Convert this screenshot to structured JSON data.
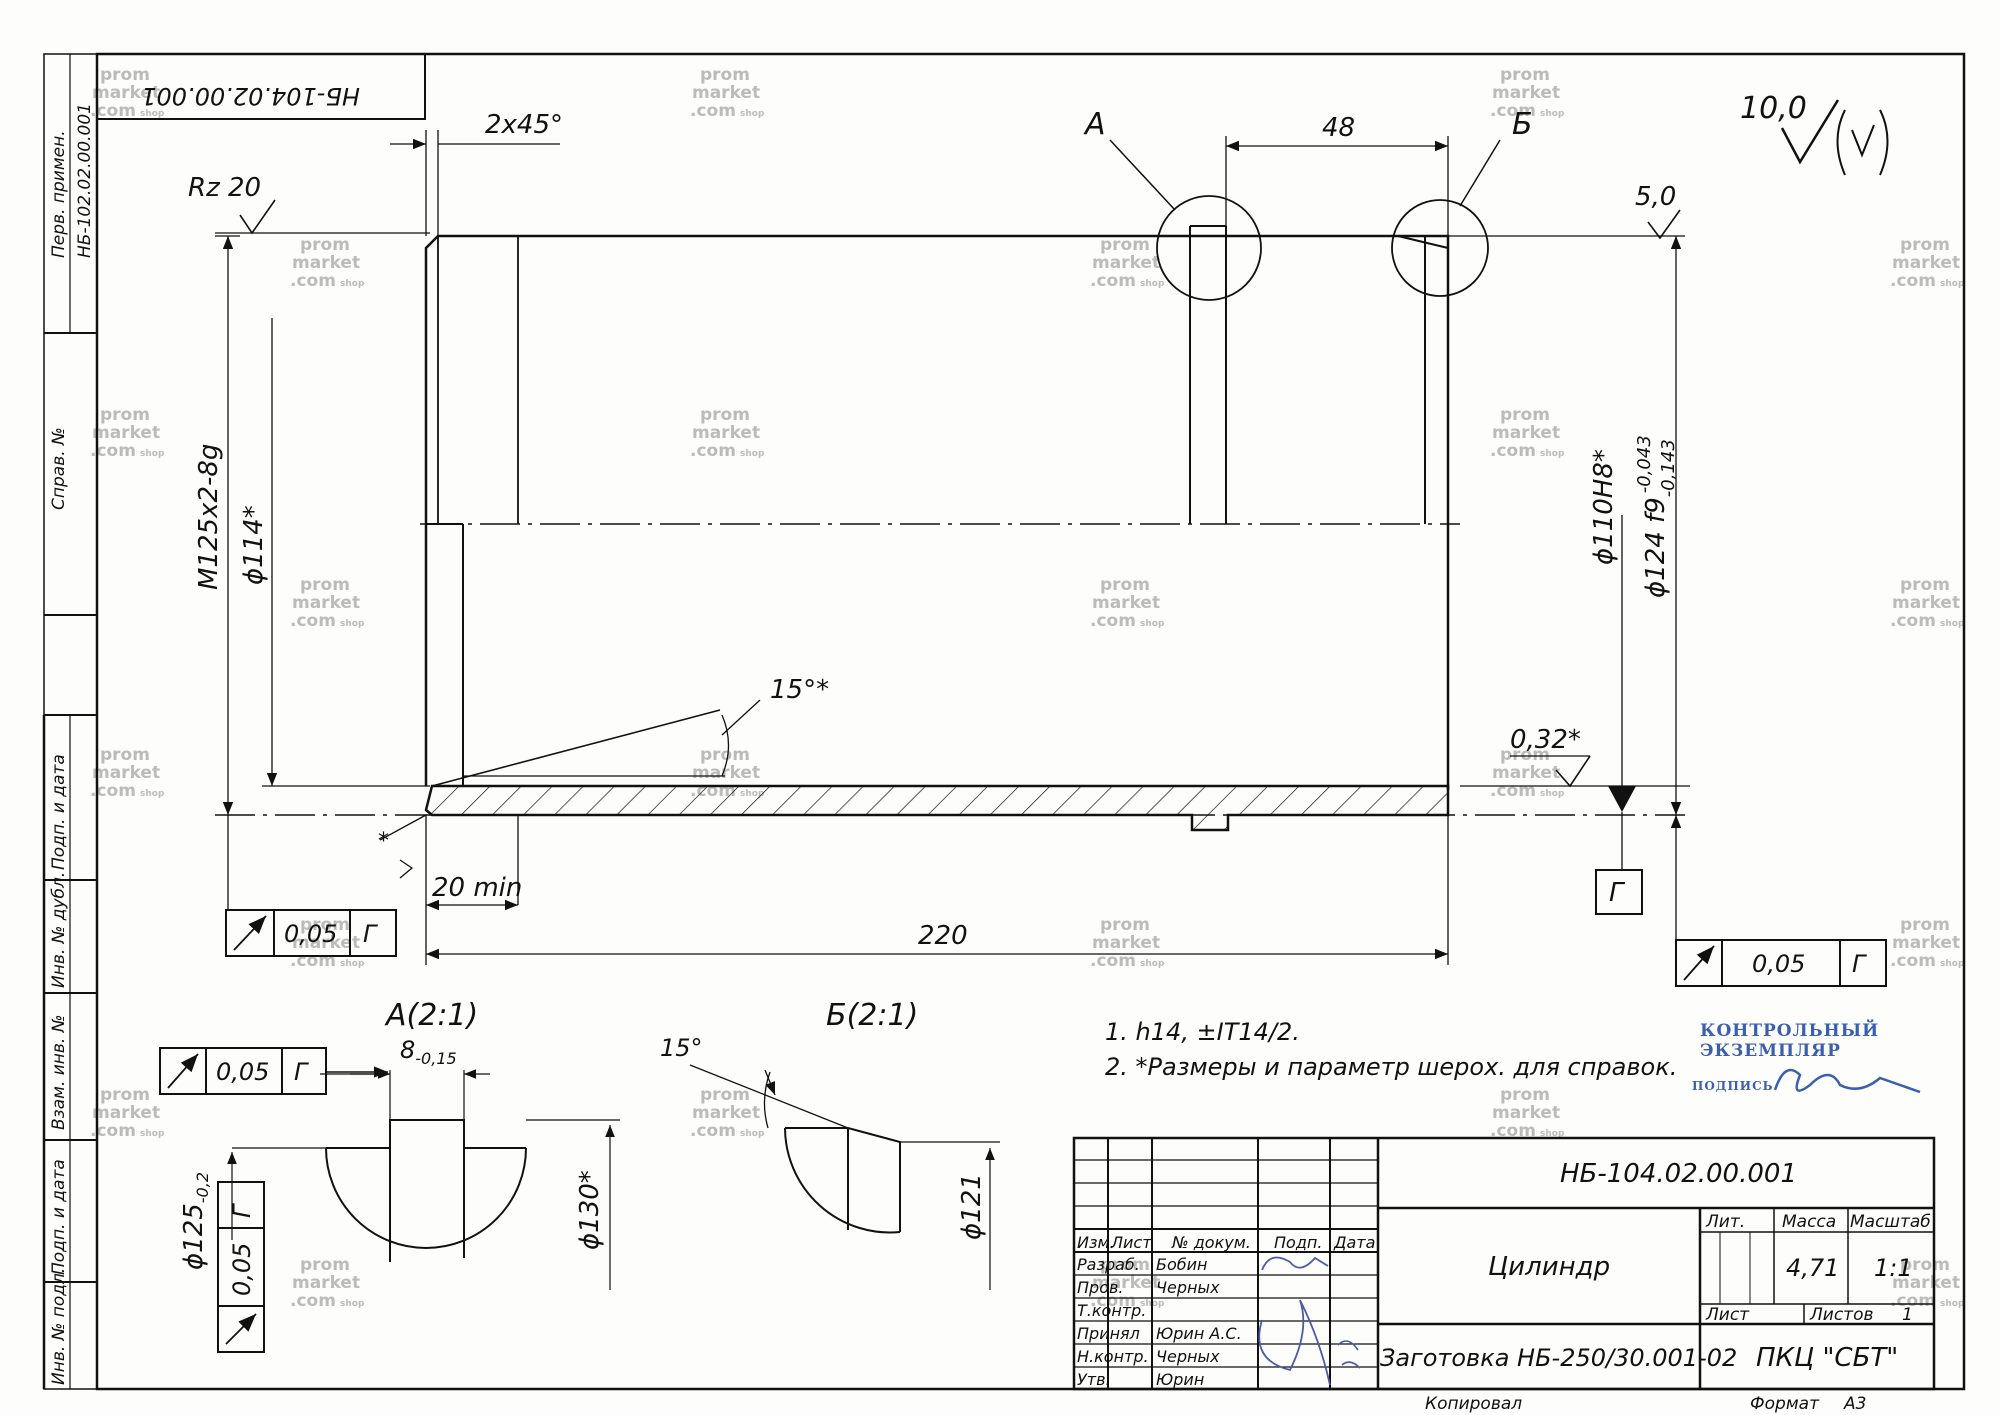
{
  "drawing_number": "НБ-104.02.00.001",
  "drawing_number_rotated": "НБ-104.02.00.001",
  "surface_roughness": {
    "general": "10,0",
    "thread": "Rz 20",
    "bore": "5,0",
    "seal": "0,32*"
  },
  "dimensions": {
    "chamfer": "2x45°",
    "groove_spacing": "48",
    "thread": "M125x2-8g",
    "inner_left": "ϕ114*",
    "inner_bore": "ϕ110H8*",
    "outer_fit": "ϕ124 f9",
    "outer_fit_upper": "-0,043",
    "outer_fit_lower": "-0,143",
    "chamfer_angle": "15°*",
    "thread_length": "20 min",
    "total_length": "220",
    "asterisk": "*"
  },
  "section_labels": {
    "a": "А",
    "b": "Б"
  },
  "details": {
    "a_title": "А(2:1)",
    "b_title": "Б(2:1)",
    "a_width": "8",
    "a_width_tol": "-0,15",
    "a_outer": "ϕ130*",
    "a_inner": "ϕ125",
    "a_inner_tol": "-0,2",
    "b_angle": "15°",
    "b_diameter": "ϕ121"
  },
  "tolerances": {
    "runout_value": "0,05",
    "datum": "Г"
  },
  "notes": [
    "1. h14, ±IT14/2.",
    "2. *Размеры и параметр шерох. для справок."
  ],
  "control_stamp": {
    "line1": "КОНТРОЛЬНЫЙ",
    "line2": "ЭКЗЕМПЛЯР",
    "signature_label": "ПОДПИСЬ"
  },
  "left_strip": [
    "Перв. примен.",
    "НБ-102.02.00.001",
    "Справ. №",
    "Подп. и дата",
    "Инв. № дубл.",
    "Взам. инв. №",
    "Подп. и дата",
    "Инв. № подл."
  ],
  "title_block": {
    "designation": "НБ-104.02.00.001",
    "name": "Цилиндр",
    "material": "Заготовка НБ-250/30.001-02",
    "organization": "ПКЦ \"СБТ\"",
    "lit_label": "Лит.",
    "mass_label": "Масса",
    "scale_label": "Масштаб",
    "mass": "4,71",
    "scale": "1:1",
    "sheet_label": "Лист",
    "sheets_label": "Листов",
    "sheets": "1",
    "header": [
      "Изм.",
      "Лист",
      "№ докум.",
      "Подп.",
      "Дата"
    ],
    "roles": [
      {
        "role": "Разраб.",
        "name": "Бобин"
      },
      {
        "role": "Пров.",
        "name": "Черных"
      },
      {
        "role": "Т.контр.",
        "name": ""
      },
      {
        "role": "Принял",
        "name": "Юрин А.С."
      },
      {
        "role": "Н.контр.",
        "name": "Черных"
      },
      {
        "role": "Утв.",
        "name": "Юрин"
      }
    ],
    "copied": "Копировал",
    "format_label": "Формат",
    "format": "А3"
  },
  "watermark": {
    "line1": "prom",
    "line2": "market",
    "line3": ".com",
    "tag": "shop"
  }
}
